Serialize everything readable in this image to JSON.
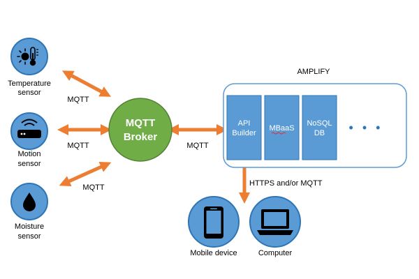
{
  "colors": {
    "device_fill": "#5b9bd5",
    "device_stroke": "#2e75b6",
    "broker_fill": "#70ad47",
    "arrow": "#ed7d31",
    "tile_fill": "#5b9bd5",
    "frame_stroke": "#5b9bd5"
  },
  "sensors": [
    {
      "icon": "thermometer-sun-icon",
      "label_line1": "Temperature",
      "label_line2": "sensor"
    },
    {
      "icon": "router-icon",
      "label_line1": "Motion",
      "label_line2": "sensor"
    },
    {
      "icon": "water-drop-icon",
      "label_line1": "Moisture",
      "label_line2": "sensor"
    }
  ],
  "links": {
    "sensor_1": "MQTT",
    "sensor_2": "MQTT",
    "sensor_3": "MQTT",
    "broker_to_amplify": "MQTT",
    "amplify_to_clients": "HTTPS and/or MQTT"
  },
  "broker": {
    "line1": "MQTT",
    "line2": "Broker"
  },
  "amplify": {
    "title": "AMPLIFY",
    "components": [
      {
        "line1": "API",
        "line2": "Builder"
      },
      {
        "line1": "MBaaS",
        "line2": ""
      },
      {
        "line1": "NoSQL",
        "line2": "DB"
      }
    ],
    "more": "• • •"
  },
  "clients": [
    {
      "icon": "smartphone-icon",
      "label": "Mobile device"
    },
    {
      "icon": "laptop-icon",
      "label": "Computer"
    }
  ]
}
